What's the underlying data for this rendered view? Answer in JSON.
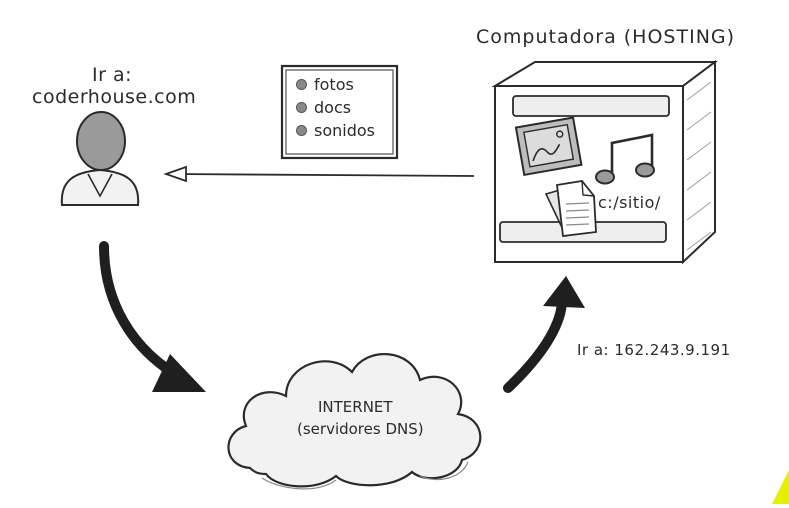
{
  "user": {
    "goal_line1": "Ir a:",
    "goal_line2": "coderhouse.com",
    "icon": "user-avatar-icon"
  },
  "hosting": {
    "title": "Computadora (HOSTING)",
    "path": "c:/sitio/",
    "icons": [
      "image-icon",
      "music-note-icon",
      "document-icon"
    ]
  },
  "files_box": {
    "items": [
      "fotos",
      "docs",
      "sonidos"
    ]
  },
  "internet": {
    "line1": "INTERNET",
    "line2": "(servidores DNS)"
  },
  "connection": {
    "ip_label": "Ir a: 162.243.9.191"
  },
  "colors": {
    "ink": "#2b2b2b",
    "avatar_fill": "#9a9a9a",
    "shade": "#d9d9d9",
    "accent_corner": "#e4f000"
  }
}
